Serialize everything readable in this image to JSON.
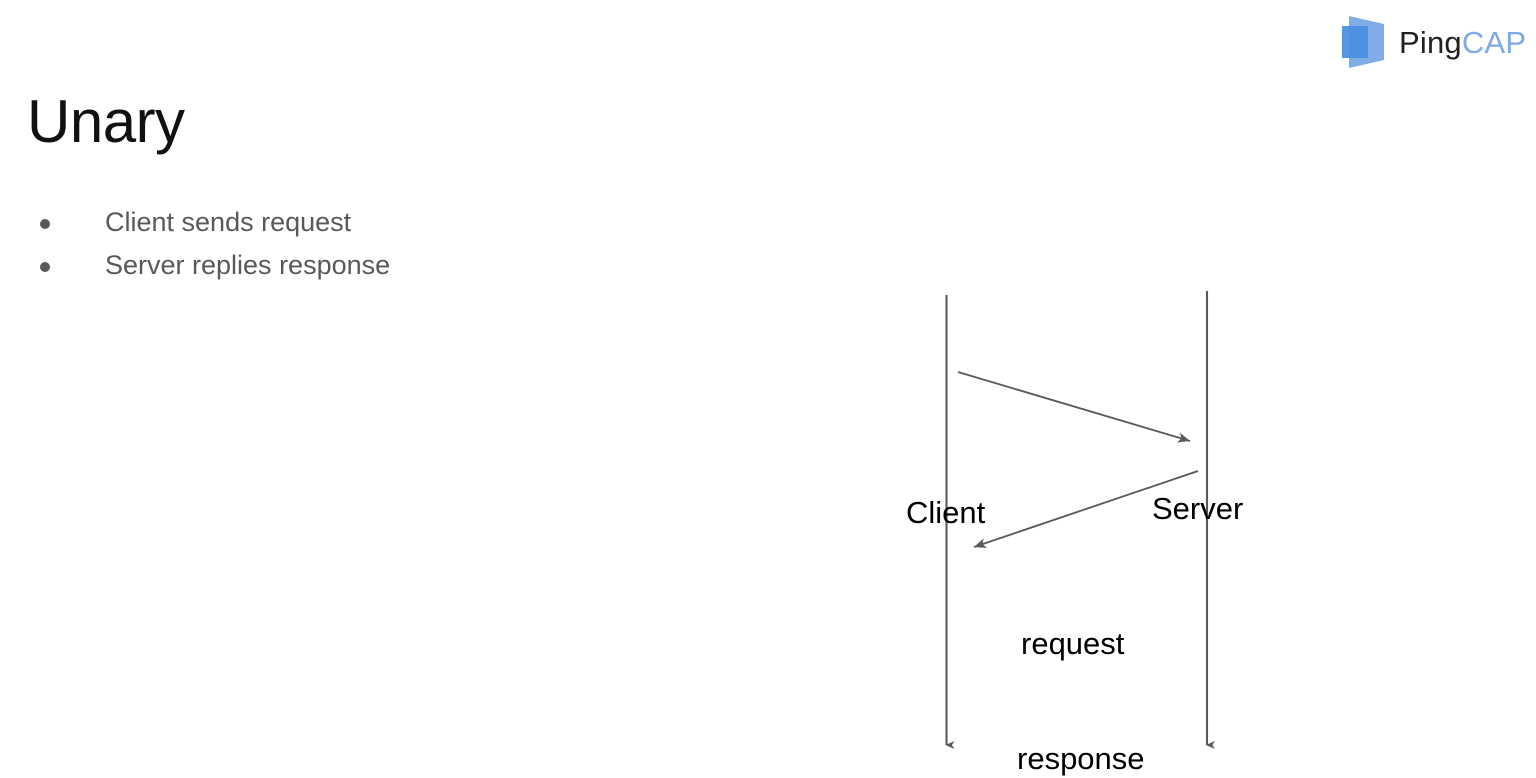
{
  "slide": {
    "title": "Unary",
    "background_color": "#ffffff",
    "bullets": [
      {
        "text": "Client sends request"
      },
      {
        "text": "Server replies response"
      }
    ],
    "bullet_color": "#595959"
  },
  "brand": {
    "name_primary": "Ping",
    "name_secondary": "CAP",
    "primary_color": "#231f20",
    "secondary_color": "#7fa9e8",
    "mark_color_light": "#79a9e8",
    "mark_color_dark": "#4a90e2"
  },
  "diagram": {
    "type": "sequence",
    "line_color": "#595959",
    "text_color": "#000000",
    "lanes": [
      {
        "label": "Client",
        "id": "client"
      },
      {
        "label": "Server",
        "id": "server"
      }
    ],
    "messages": [
      {
        "label": "request",
        "from": "client",
        "to": "server"
      },
      {
        "label": "response",
        "from": "server",
        "to": "client"
      }
    ]
  }
}
